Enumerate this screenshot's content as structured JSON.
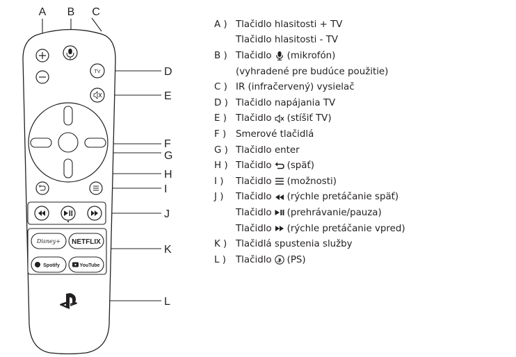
{
  "callouts": [
    "A",
    "B",
    "C",
    "D",
    "E",
    "F",
    "G",
    "H",
    "I",
    "J",
    "K",
    "L"
  ],
  "remote": {
    "tv_label": "TV",
    "netflix_label": "NETFLIX",
    "spotify_label": "Spotify",
    "youtube_label": "YouTube",
    "disney_label": "Disney+"
  },
  "legend": [
    {
      "key": "A )",
      "pre": "Tlačidlo hlasitosti + TV",
      "icon": "",
      "post": ""
    },
    {
      "key": "",
      "pre": "Tlačidlo hlasitosti - TV",
      "icon": "",
      "post": ""
    },
    {
      "key": "B )",
      "pre": "Tlačidlo",
      "icon": "microphone-icon",
      "post": "(mikrofón)"
    },
    {
      "key": "",
      "pre": "(vyhradené pre budúce použitie)",
      "icon": "",
      "post": ""
    },
    {
      "key": "C )",
      "pre": "IR (infračervený) vysielač",
      "icon": "",
      "post": ""
    },
    {
      "key": "D )",
      "pre": "Tlačidlo napájania TV",
      "icon": "",
      "post": ""
    },
    {
      "key": "E )",
      "pre": "Tlačidlo",
      "icon": "mute-icon",
      "post": "(stíšiť TV)"
    },
    {
      "key": "F )",
      "pre": "Smerové tlačidlá",
      "icon": "",
      "post": ""
    },
    {
      "key": "G )",
      "pre": "Tlačidlo enter",
      "icon": "",
      "post": ""
    },
    {
      "key": "H )",
      "pre": "Tlačidlo",
      "icon": "back-icon",
      "post": "(späť)"
    },
    {
      "key": "I )",
      "pre": "Tlačidlo",
      "icon": "options-icon",
      "post": "(možnosti)"
    },
    {
      "key": "J )",
      "pre": "Tlačidlo",
      "icon": "rewind-icon",
      "post": "(rýchle pretáčanie späť)"
    },
    {
      "key": "",
      "pre": "Tlačidlo",
      "icon": "play-pause-icon",
      "post": "(prehrávanie/pauza)"
    },
    {
      "key": "",
      "pre": "Tlačidlo",
      "icon": "fast-forward-icon",
      "post": "(rýchle pretáčanie vpred)"
    },
    {
      "key": "K )",
      "pre": "Tlačidlá spustenia služby",
      "icon": "",
      "post": ""
    },
    {
      "key": "L )",
      "pre": "Tlačidlo",
      "icon": "ps-logo-icon",
      "post": "(PS)"
    }
  ]
}
